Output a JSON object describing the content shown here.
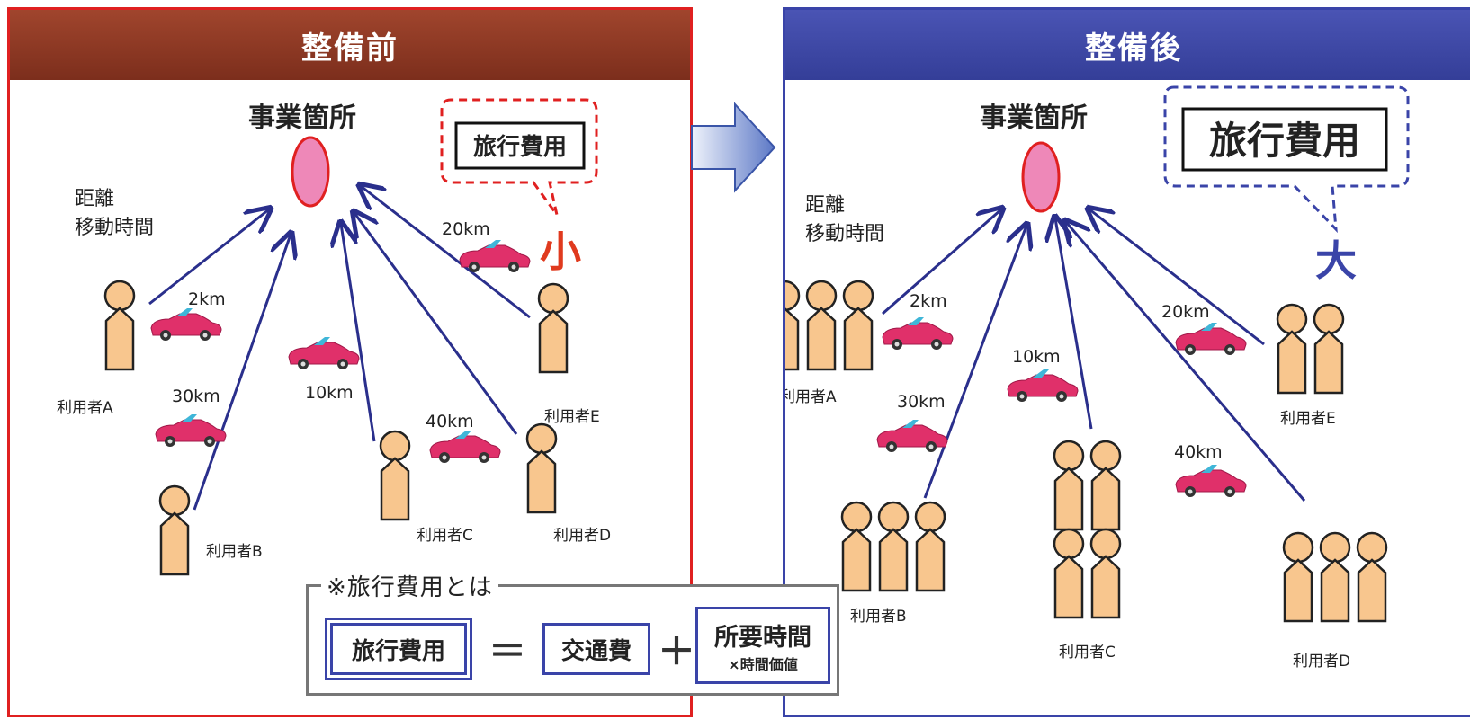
{
  "before": {
    "header": "整備前",
    "site": "事業箇所",
    "distance_label_1": "距離",
    "distance_label_2": "移動時間",
    "cost_label": "旅行費用",
    "cost_level": "小",
    "users": [
      "利用者A",
      "利用者B",
      "利用者C",
      "利用者D",
      "利用者E"
    ],
    "distances": [
      "2km",
      "30km",
      "10km",
      "40km",
      "20km"
    ]
  },
  "after": {
    "header": "整備後",
    "site": "事業箇所",
    "distance_label_1": "距離",
    "distance_label_2": "移動時間",
    "cost_label": "旅行費用",
    "cost_level": "大",
    "users": [
      "利用者A",
      "利用者B",
      "利用者C",
      "利用者D",
      "利用者E"
    ],
    "distances": [
      "2km",
      "30km",
      "10km",
      "40km",
      "20km"
    ]
  },
  "definition": {
    "title": "※旅行費用とは",
    "travel_cost": "旅行費用",
    "equals": "＝",
    "transport_cost": "交通費",
    "plus": "＋",
    "time_required": "所要時間",
    "time_value": "×時間価値"
  },
  "colors": {
    "before_accent": "#e02020",
    "before_header": "#8a3520",
    "after_accent": "#3a44a8",
    "person_fill": "#f8c68e",
    "site_fill": "#ee88b8",
    "arrow": "#2a2f8c"
  }
}
